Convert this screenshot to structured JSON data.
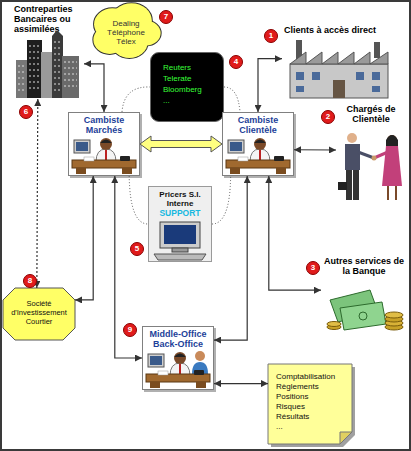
{
  "diagram": {
    "nodes": [
      {
        "text": [
          "Contreparties Bancaires ou assimilées"
        ]
      },
      {
        "text": [
          "Dealing Téléphone Télex"
        ]
      },
      {
        "text": [
          "Reuters Telerate Bloomberg ..."
        ]
      },
      {
        "text": [
          "Clients à accès direct"
        ]
      },
      {
        "text": [
          "Chargés de Clientèle"
        ]
      },
      {
        "text": [
          "Cambiste Marchés"
        ]
      },
      {
        "text": [
          "Cambiste Clientèle"
        ]
      },
      {
        "text": [
          "Pricers S.I. Interne",
          "SUPPORT"
        ]
      },
      {
        "text": [
          "Autres services de la Banque"
        ]
      },
      {
        "text": [
          "Société d'Investissement Courtier"
        ]
      },
      {
        "text": [
          "Middle-Office Back-Office"
        ]
      },
      {
        "text": [
          "Comptabilisation Règlements Positions Risques Résultats ..."
        ]
      }
    ],
    "edges": [
      {
        "from": 0,
        "to": 5,
        "arrow": "both"
      },
      {
        "from": 0,
        "to": 9,
        "arrow": "both"
      },
      {
        "from": 5,
        "to": 6,
        "arrow": "both"
      },
      {
        "from": 6,
        "to": 3,
        "arrow": "both"
      },
      {
        "from": 6,
        "to": 4,
        "arrow": "both"
      },
      {
        "from": 6,
        "to": 8,
        "arrow": "both"
      },
      {
        "from": 5,
        "to": 9,
        "arrow": "both"
      },
      {
        "from": 5,
        "to": 10,
        "arrow": "both"
      },
      {
        "from": 10,
        "to": 6,
        "arrow": "both"
      },
      {
        "from": 10,
        "to": 11,
        "arrow": "both"
      },
      {
        "from": 5,
        "to": 2,
        "arrow": "none"
      },
      {
        "from": 2,
        "to": 6,
        "arrow": "none"
      },
      {
        "from": 5,
        "to": 7,
        "arrow": "none"
      },
      {
        "from": 7,
        "to": 6,
        "arrow": "none"
      }
    ],
    "labels": [
      "7",
      "1",
      "4",
      "6",
      "2",
      "5",
      "3",
      "8",
      "9"
    ]
  }
}
